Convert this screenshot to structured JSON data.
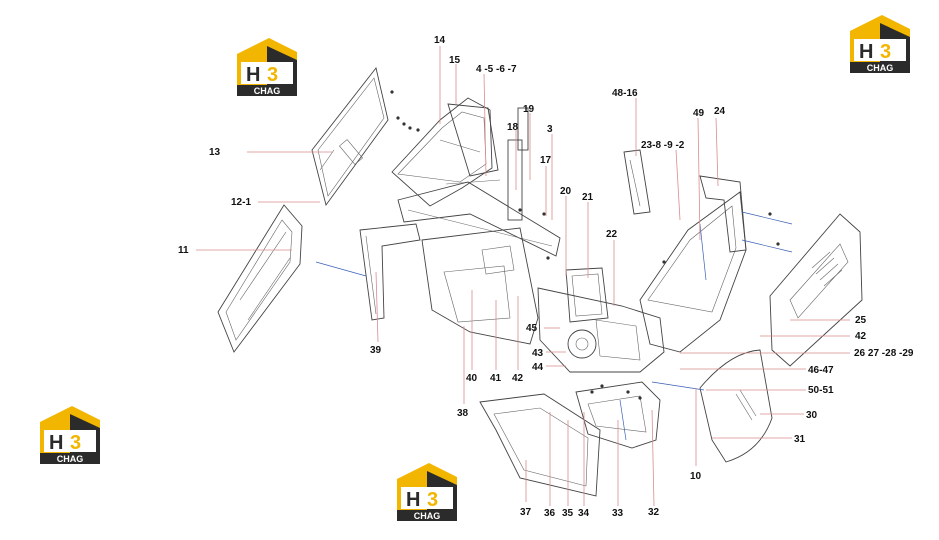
{
  "logo": {
    "letter_h": "H",
    "digit": "3",
    "wordmark": "CHAG",
    "colors": {
      "gold": "#f2b600",
      "dark": "#2b2b2b",
      "white": "#ffffff"
    }
  },
  "callouts": [
    {
      "id": "c14",
      "text": "14"
    },
    {
      "id": "c15",
      "text": "15"
    },
    {
      "id": "c4567",
      "text": "4 -5 -6 -7"
    },
    {
      "id": "c19",
      "text": "19"
    },
    {
      "id": "c18",
      "text": "18"
    },
    {
      "id": "c3",
      "text": "3"
    },
    {
      "id": "c17",
      "text": "17"
    },
    {
      "id": "c13",
      "text": "13"
    },
    {
      "id": "c121",
      "text": "12-1"
    },
    {
      "id": "c11",
      "text": "11"
    },
    {
      "id": "c20",
      "text": "20"
    },
    {
      "id": "c21",
      "text": "21"
    },
    {
      "id": "c22",
      "text": "22"
    },
    {
      "id": "c4816",
      "text": "48-16"
    },
    {
      "id": "c23892",
      "text": "23-8 -9 -2"
    },
    {
      "id": "c49",
      "text": "49"
    },
    {
      "id": "c24",
      "text": "24"
    },
    {
      "id": "c25",
      "text": "25"
    },
    {
      "id": "c42r",
      "text": "42"
    },
    {
      "id": "c26",
      "text": "26 27 -28 -29"
    },
    {
      "id": "c4647",
      "text": "46-47"
    },
    {
      "id": "c5051",
      "text": "50-51"
    },
    {
      "id": "c30",
      "text": "30"
    },
    {
      "id": "c31",
      "text": "31"
    },
    {
      "id": "c10",
      "text": "10"
    },
    {
      "id": "c45",
      "text": "45"
    },
    {
      "id": "c43",
      "text": "43"
    },
    {
      "id": "c44",
      "text": "44"
    },
    {
      "id": "c39",
      "text": "39"
    },
    {
      "id": "c40",
      "text": "40"
    },
    {
      "id": "c41",
      "text": "41"
    },
    {
      "id": "c42b",
      "text": "42"
    },
    {
      "id": "c38",
      "text": "38"
    },
    {
      "id": "c37",
      "text": "37"
    },
    {
      "id": "c36",
      "text": "36"
    },
    {
      "id": "c35",
      "text": "35"
    },
    {
      "id": "c34",
      "text": "34"
    },
    {
      "id": "c33",
      "text": "33"
    },
    {
      "id": "c32",
      "text": "32"
    }
  ]
}
